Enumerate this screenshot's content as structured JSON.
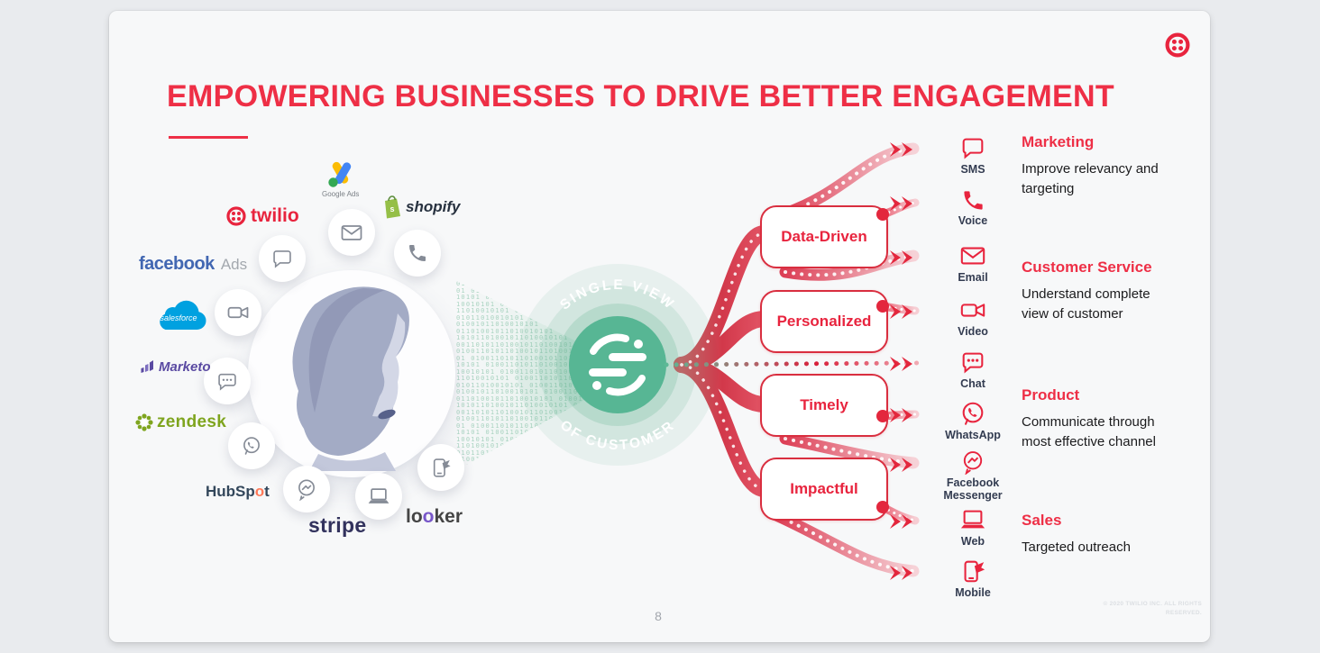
{
  "slide": {
    "title": "EMPOWERING BUSINESSES TO DRIVE BETTER ENGAGEMENT",
    "page_number": "8",
    "copyright": "© 2020 TWILIO INC. ALL RIGHTS RESERVED."
  },
  "hub": {
    "top_text": "SINGLE VIEW",
    "bottom_text": "OF CUSTOMER"
  },
  "sources": {
    "twilio": "twilio",
    "google_ads": "Google Ads",
    "shopify": "shopify",
    "facebook": "facebook",
    "facebook_suffix": "Ads",
    "salesforce": "salesforce",
    "marketo": "Marketo",
    "zendesk": "zendesk",
    "hubspot_pre": "HubSp",
    "hubspot_o": "o",
    "hubspot_post": "t",
    "stripe": "stripe",
    "looker_pre": "lo",
    "looker_o": "o",
    "looker_post": "ker"
  },
  "attributes": {
    "box1": "Data-Driven",
    "box2": "Personalized",
    "box3": "Timely",
    "box4": "Impactful"
  },
  "channels": {
    "c1": "SMS",
    "c2": "Voice",
    "c3": "Email",
    "c4": "Video",
    "c5": "Chat",
    "c6": "WhatsApp",
    "c7": "Facebook Messenger",
    "c8": "Web",
    "c9": "Mobile"
  },
  "categories": {
    "marketing": {
      "title": "Marketing",
      "desc": "Improve relevancy and targeting"
    },
    "customer_service": {
      "title": "Customer Service",
      "desc": "Understand complete view of customer"
    },
    "product": {
      "title": "Product",
      "desc": "Communicate through most effective channel"
    },
    "sales": {
      "title": "Sales",
      "desc": "Targeted outreach"
    }
  },
  "colors": {
    "accent_red": "#ee2f46",
    "green": "#57b694",
    "label_navy": "#333c51"
  },
  "decor": {
    "binary_pattern": "0100110101101001011010010101 "
  }
}
